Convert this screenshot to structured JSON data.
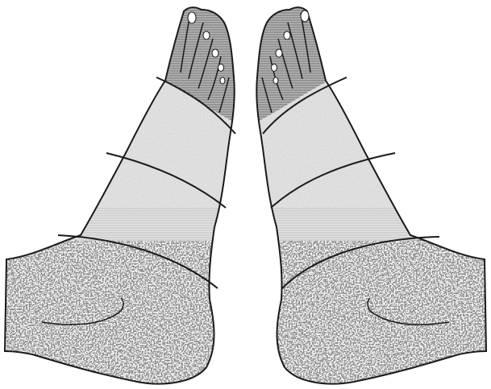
{
  "figure": {
    "views": [
      {
        "side": "left-foot-dorsal"
      },
      {
        "side": "right-foot-dorsal"
      }
    ],
    "zones": [
      {
        "name": "toes-forefoot",
        "fill": "striped-dark",
        "color": "#9a9a9a"
      },
      {
        "name": "midfoot",
        "fill": "speckled-light",
        "color": "#cfcfcf"
      },
      {
        "name": "ankle",
        "fill": "striped-light",
        "color": "#d8d8d8"
      },
      {
        "name": "lower-leg",
        "fill": "mottled-dark",
        "color": "#9e9e9e"
      }
    ],
    "outline_color": "#1a1a1a",
    "background": "#ffffff"
  }
}
